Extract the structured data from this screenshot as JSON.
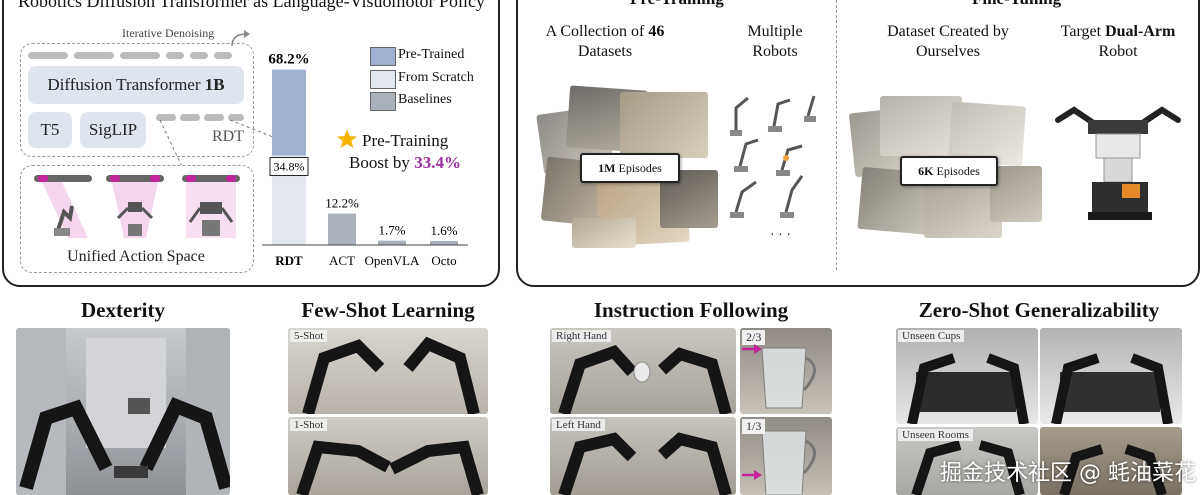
{
  "top_left": {
    "title": "Robotics Diffusion Transformer as Language-Visuomotor Policy",
    "iterative_denoising": "Iterative Denoising",
    "diffusion_prefix": "Diffusion Transformer ",
    "diffusion_size": "1B",
    "t5": "T5",
    "siglip": "SigLIP",
    "rdt_tag": "RDT",
    "unified": "Unified Action Space",
    "legend": [
      "Pre-Trained",
      "From Scratch",
      "Baselines"
    ],
    "pretrain_boost_line1": "Pre-Training",
    "pretrain_boost_line2": "Boost by ",
    "pretrain_boost_value": "33.4%"
  },
  "colors": {
    "pretrained": "#9fb0d0",
    "scratch": "#e3e8f0",
    "baseline": "#a9b1bd",
    "accent": "#9b2fa0",
    "star": "#f5b400",
    "magenta": "#c2249a"
  },
  "chart_data": {
    "type": "bar",
    "categories": [
      "RDT",
      "ACT",
      "OpenVLA",
      "Octo"
    ],
    "values": [
      68.2,
      12.2,
      1.7,
      1.6
    ],
    "rdt_from_scratch": 34.8,
    "value_labels": [
      "68.2%",
      "12.2%",
      "1.7%",
      "1.6%"
    ],
    "scratch_label": "34.8%",
    "series": [
      {
        "name": "Pre-Trained",
        "values": [
          68.2,
          null,
          null,
          null
        ]
      },
      {
        "name": "From Scratch",
        "values": [
          34.8,
          null,
          null,
          null
        ]
      },
      {
        "name": "Baselines",
        "values": [
          null,
          12.2,
          1.7,
          1.6
        ]
      }
    ],
    "ylim": [
      0,
      70
    ],
    "legend_position": "top-right",
    "grid": false
  },
  "top_right": {
    "pretraining": "Pre-Training",
    "finetuning": "Fine-Tuning",
    "collection_prefix": "A Collection of ",
    "collection_count": "46",
    "collection_suffix": "Datasets",
    "multiple_robots_1": "Multiple",
    "multiple_robots_2": "Robots",
    "dataset_created_1": "Dataset Created by",
    "dataset_created_2": "Ourselves",
    "target_prefix": "Target ",
    "target_bold": "Dual-Arm",
    "target_suffix": "Robot",
    "episodes_1m_bold": "1M",
    "episodes_1m_rest": " Episodes",
    "episodes_6k_bold": "6K",
    "episodes_6k_rest": " Episodes",
    "ellipsis": "· · ·"
  },
  "bottom": {
    "dexterity": "Dexterity",
    "fewshot": "Few-Shot Learning",
    "instruction": "Instruction Following",
    "zeroshot": "Zero-Shot Generalizability",
    "five_shot": "5-Shot",
    "one_shot": "1-Shot",
    "right_hand": "Right Hand",
    "left_hand": "Left Hand",
    "frac_2_3": "2/3",
    "frac_1_3": "1/3",
    "unseen_cups": "Unseen Cups",
    "unseen_rooms": "Unseen Rooms",
    "watermark": "掘金技术社区 @ 蚝油菜花"
  }
}
